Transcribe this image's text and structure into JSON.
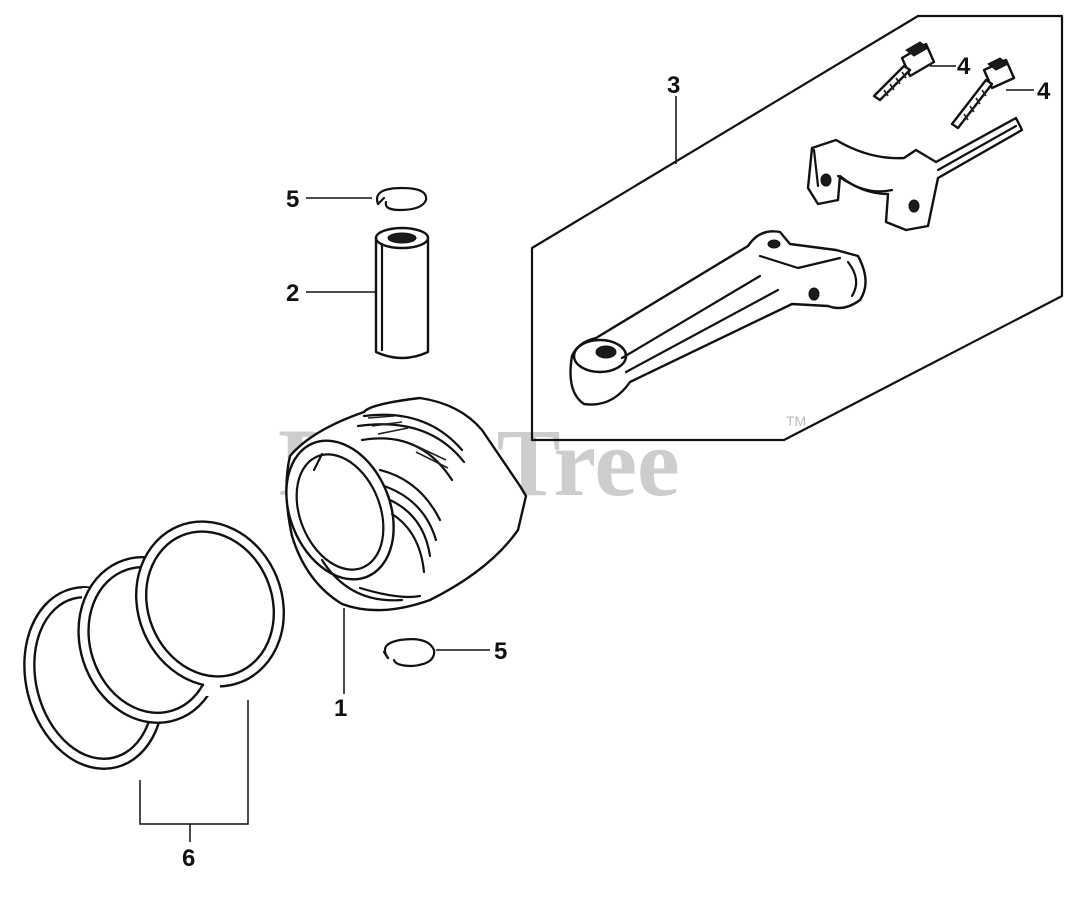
{
  "watermark": {
    "text": "PartsTree",
    "trademark": "TM"
  },
  "callouts": {
    "piston": "1",
    "piston_pin": "2",
    "connecting_rod_set": "3",
    "rod_bolt_a": "4",
    "rod_bolt_b": "4",
    "pin_clip_top": "5",
    "pin_clip_bottom": "5",
    "piston_ring_set": "6"
  }
}
